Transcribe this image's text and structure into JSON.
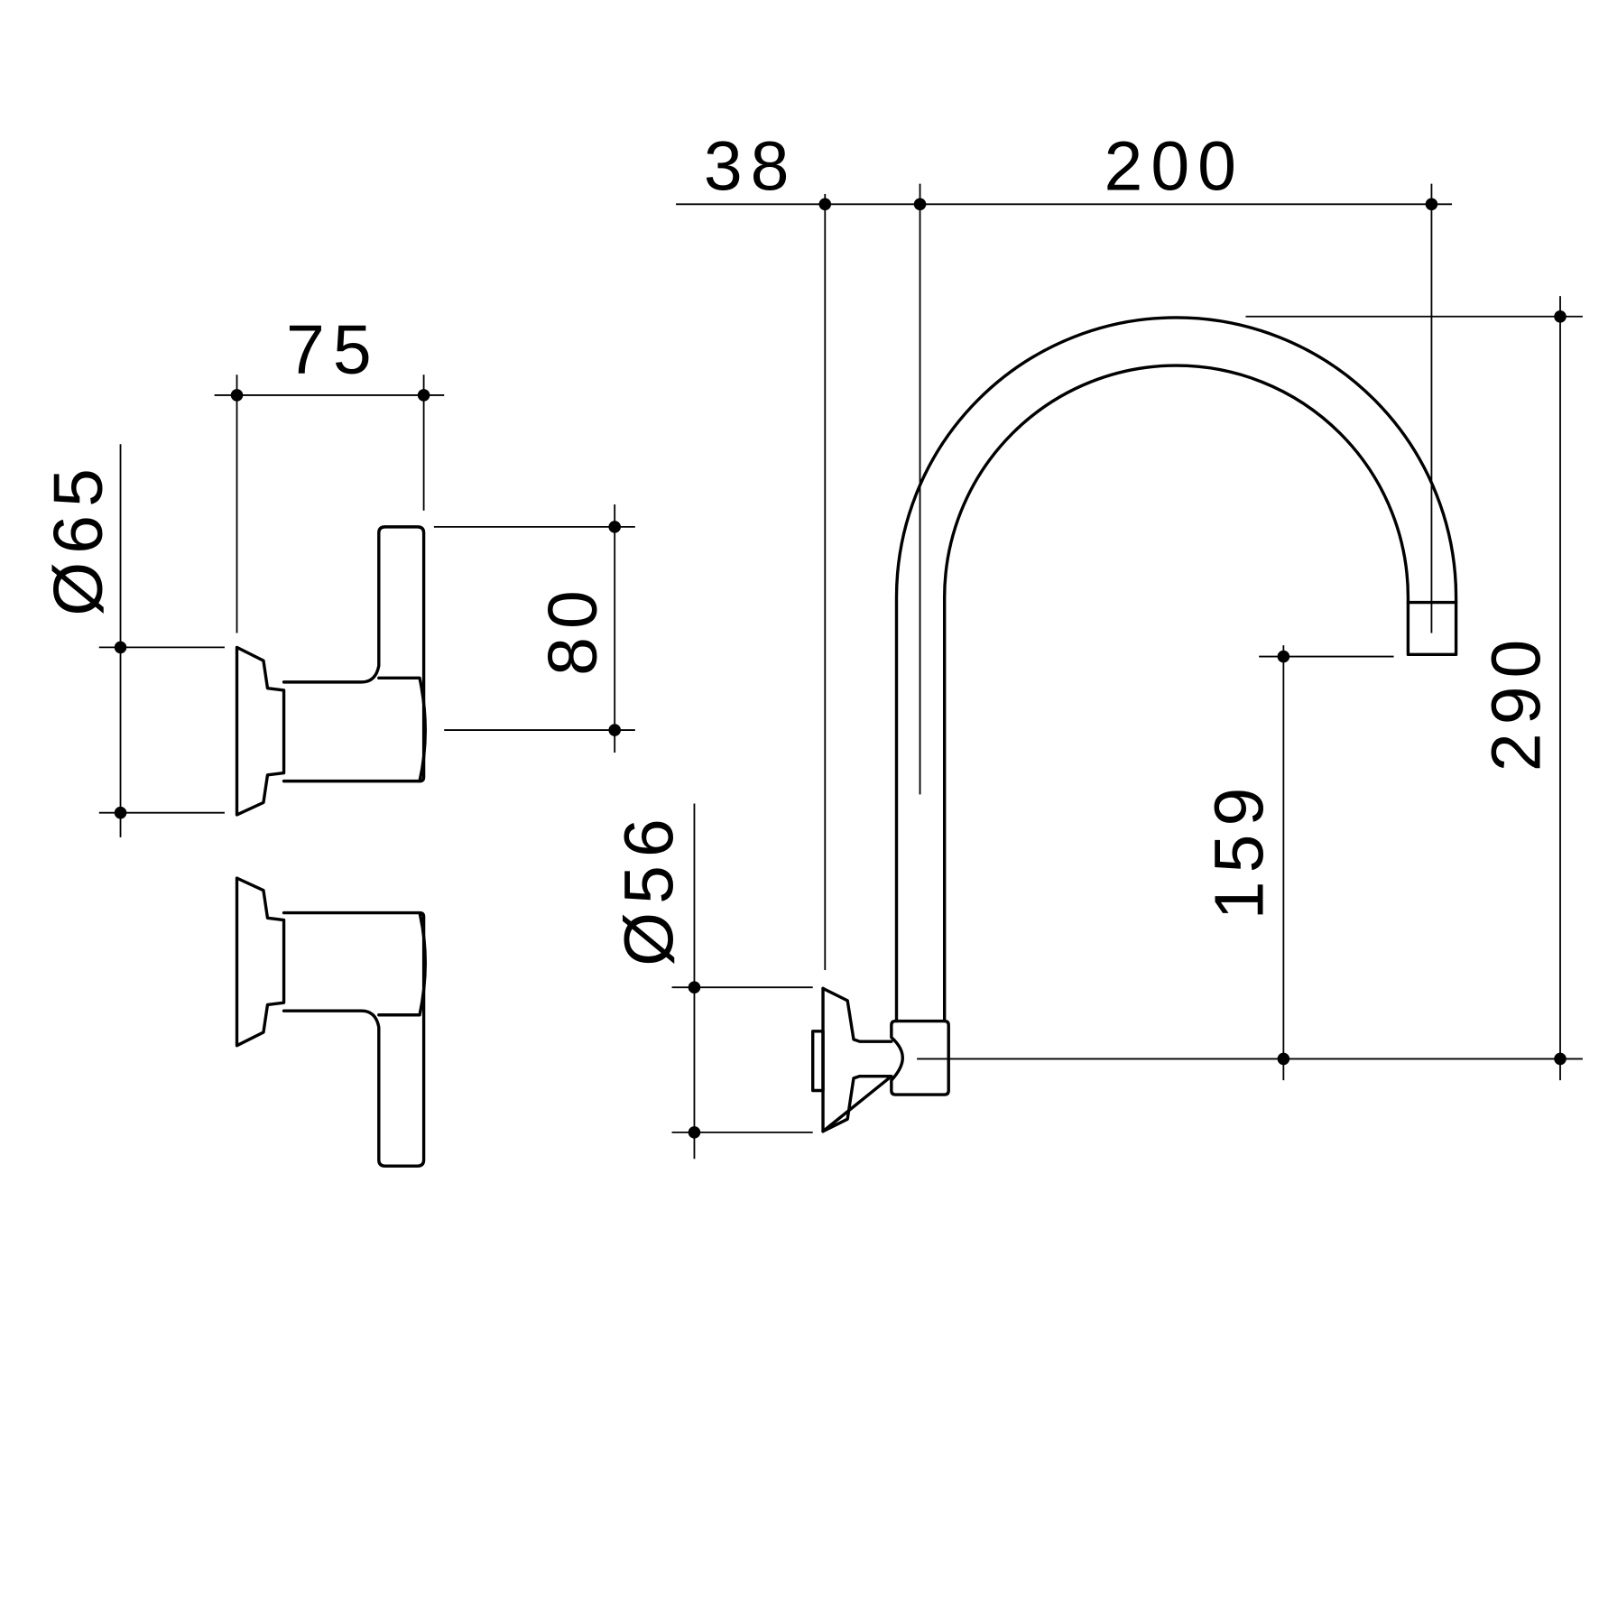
{
  "dimensions": {
    "spout_offset": "38",
    "spout_reach": "200",
    "overall_height": "290",
    "outlet_height": "159",
    "spout_flange_diameter": "Ø56",
    "handle_projection": "75",
    "handle_flange_diameter": "Ø65",
    "lever_length": "80"
  },
  "colors": {
    "line": "#000000",
    "background": "#ffffff"
  }
}
